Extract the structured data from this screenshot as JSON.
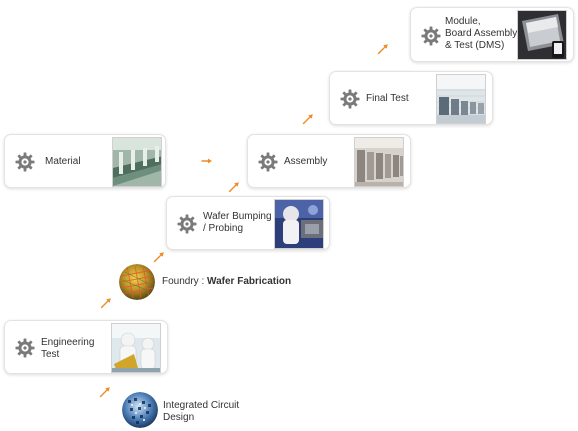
{
  "colors": {
    "arrow": "#f08a24",
    "gear": "#7a7a7a",
    "card_border": "#e3e3e3"
  },
  "icon": "gear-icon",
  "cards": {
    "module": {
      "label": "Module,\nBoard Assembly\n& Test (DMS)"
    },
    "final_test": {
      "label": "Final Test"
    },
    "material": {
      "label": "Material"
    },
    "assembly": {
      "label": "Assembly"
    },
    "wafer_bumping": {
      "label": "Wafer Bumping\n/ Probing"
    },
    "engineering_test": {
      "label": "Engineering\nTest"
    }
  },
  "discs": {
    "foundry": {
      "label_prefix": "Foundry : ",
      "label_bold": "Wafer Fabrication"
    },
    "ic_design": {
      "label": "Integrated Circuit\nDesign"
    }
  }
}
